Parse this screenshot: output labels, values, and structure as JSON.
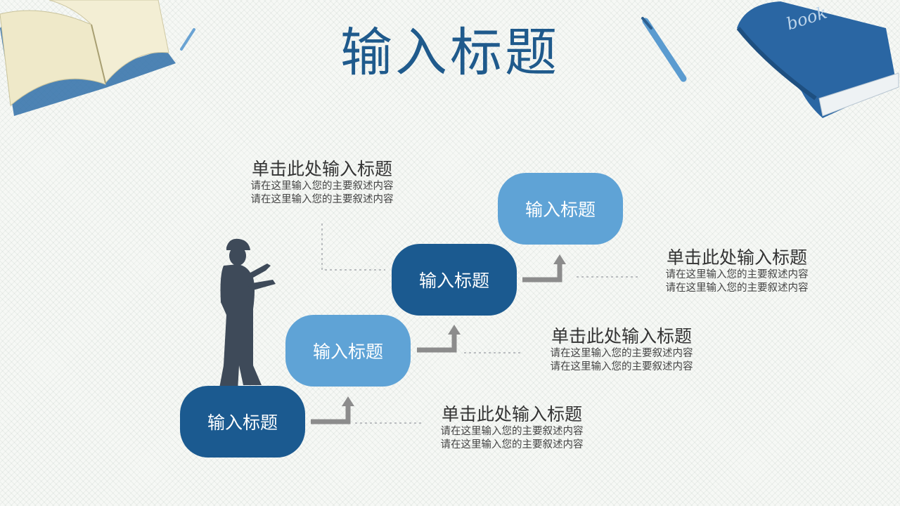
{
  "slide": {
    "title": "输入标题",
    "steps": [
      {
        "label": "输入标题"
      },
      {
        "label": "输入标题"
      },
      {
        "label": "输入标题"
      },
      {
        "label": "输入标题"
      }
    ],
    "text_blocks": [
      {
        "heading": "单击此处输入标题",
        "line1": "请在这里输入您的主要叙述内容",
        "line2": "请在这里输入您的主要叙述内容"
      },
      {
        "heading": "单击此处输入标题",
        "line1": "请在这里输入您的主要叙述内容",
        "line2": "请在这里输入您的主要叙述内容"
      },
      {
        "heading": "单击此处输入标题",
        "line1": "请在这里输入您的主要叙述内容",
        "line2": "请在这里输入您的主要叙述内容"
      },
      {
        "heading": "单击此处输入标题",
        "line1": "请在这里输入您的主要叙述内容",
        "line2": "请在这里输入您的主要叙述内容"
      }
    ],
    "book_label": "book",
    "colors": {
      "dark_blue": "#1b5a90",
      "light_blue": "#5fa3d6",
      "silhouette": "#3e4a59",
      "arrow": "#8c8c8c"
    }
  }
}
